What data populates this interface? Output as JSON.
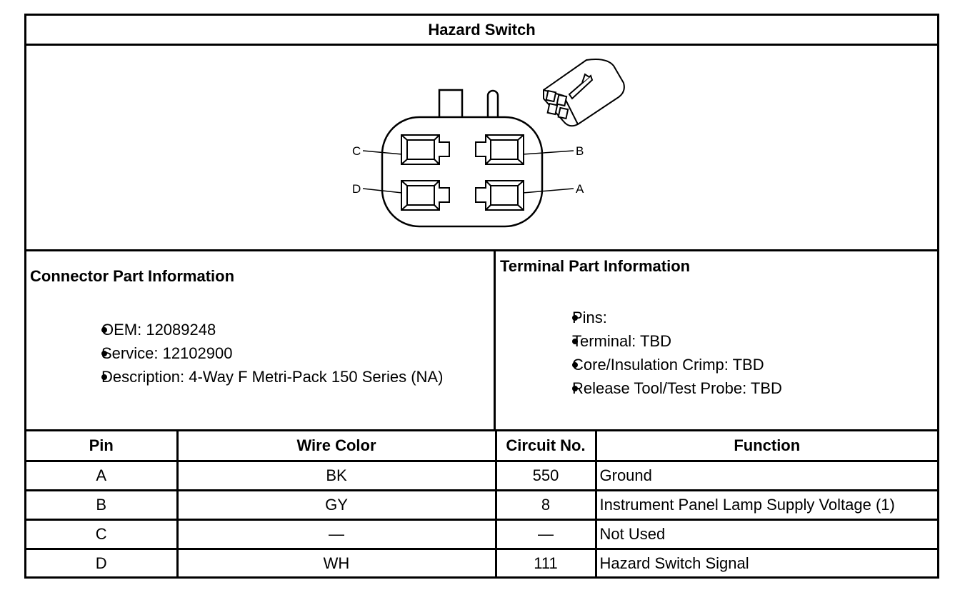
{
  "title": "Hazard Switch",
  "diagram": {
    "pin_labels": [
      "C",
      "B",
      "D",
      "A"
    ]
  },
  "connector_info": {
    "heading": "Connector Part Information",
    "items": [
      "OEM: 12089248",
      "Service: 12102900",
      "Description: 4-Way F Metri-Pack 150 Series (NA)"
    ]
  },
  "terminal_info": {
    "heading": "Terminal Part Information",
    "items": [
      "Pins:",
      "Terminal: TBD",
      "Core/Insulation Crimp: TBD",
      "Release Tool/Test Probe: TBD"
    ]
  },
  "table": {
    "headers": [
      "Pin",
      "Wire Color",
      "Circuit No.",
      "Function"
    ],
    "rows": [
      [
        "A",
        "BK",
        "550",
        "Ground"
      ],
      [
        "B",
        "GY",
        "8",
        "Instrument Panel Lamp Supply Voltage (1)"
      ],
      [
        "C",
        "—",
        "—",
        "Not Used"
      ],
      [
        "D",
        "WH",
        "111",
        "Hazard Switch Signal"
      ]
    ]
  }
}
